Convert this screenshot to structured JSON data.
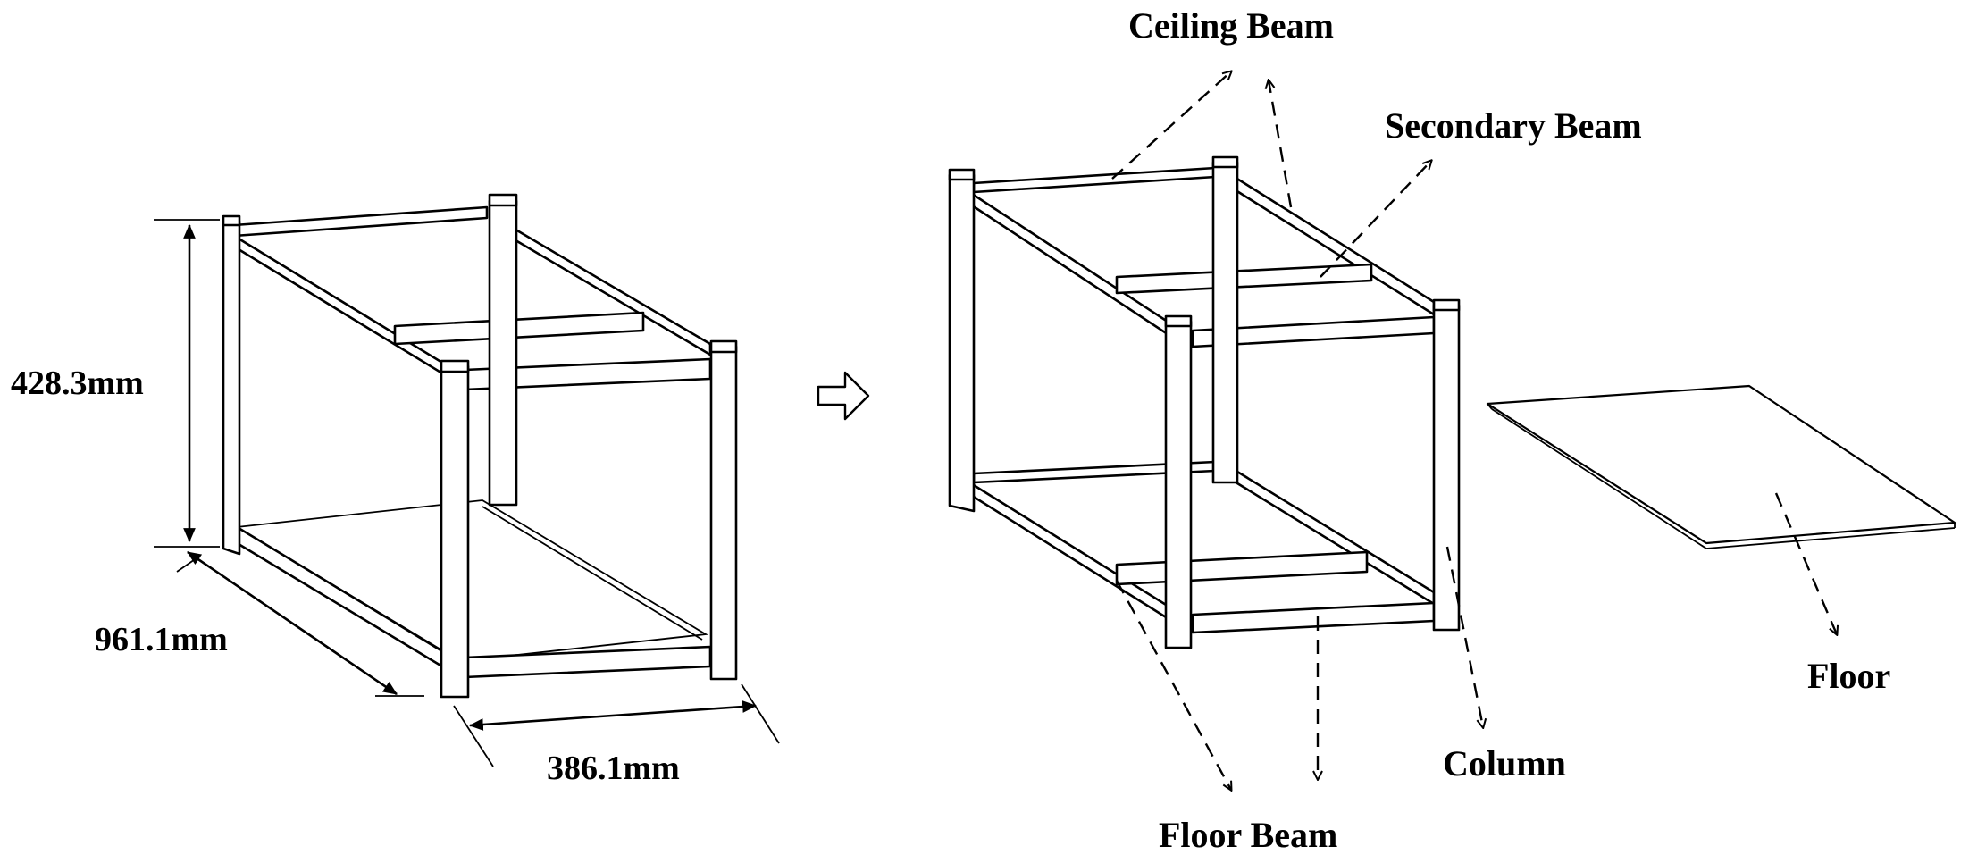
{
  "left_frame": {
    "dimensions": {
      "height": "428.3mm",
      "length": "961.1mm",
      "width": "386.1mm"
    }
  },
  "transition_arrow": "right-hollow-arrow",
  "right_frame": {
    "labels": {
      "ceiling_beam": "Ceiling Beam",
      "secondary_beam": "Secondary Beam",
      "column": "Column",
      "floor_beam": "Floor Beam",
      "floor": "Floor"
    }
  }
}
